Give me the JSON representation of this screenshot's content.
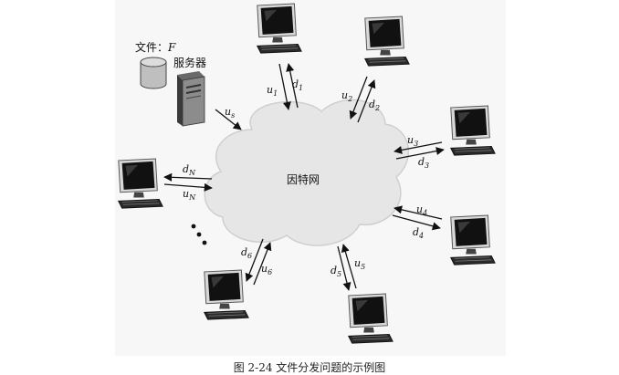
{
  "file_label": "文件：",
  "file_var": "F",
  "server_label": "服务器",
  "cloud_label": "因特网",
  "server_link": {
    "u": "u",
    "sub": "s"
  },
  "links": [
    {
      "id": "1",
      "u": "u",
      "d": "d",
      "usub": "1",
      "dsub": "1"
    },
    {
      "id": "2",
      "u": "u",
      "d": "d",
      "usub": "2",
      "dsub": "2"
    },
    {
      "id": "3",
      "u": "u",
      "d": "d",
      "usub": "3",
      "dsub": "3"
    },
    {
      "id": "4",
      "u": "u",
      "d": "d",
      "usub": "4",
      "dsub": "4"
    },
    {
      "id": "5",
      "u": "u",
      "d": "d",
      "usub": "5",
      "dsub": "5"
    },
    {
      "id": "6",
      "u": "u",
      "d": "d",
      "usub": "6",
      "dsub": "6"
    },
    {
      "id": "N",
      "u": "u",
      "d": "d",
      "usub": "N",
      "dsub": "N"
    }
  ],
  "caption": "图 2-24 文件分发问题的示例图"
}
